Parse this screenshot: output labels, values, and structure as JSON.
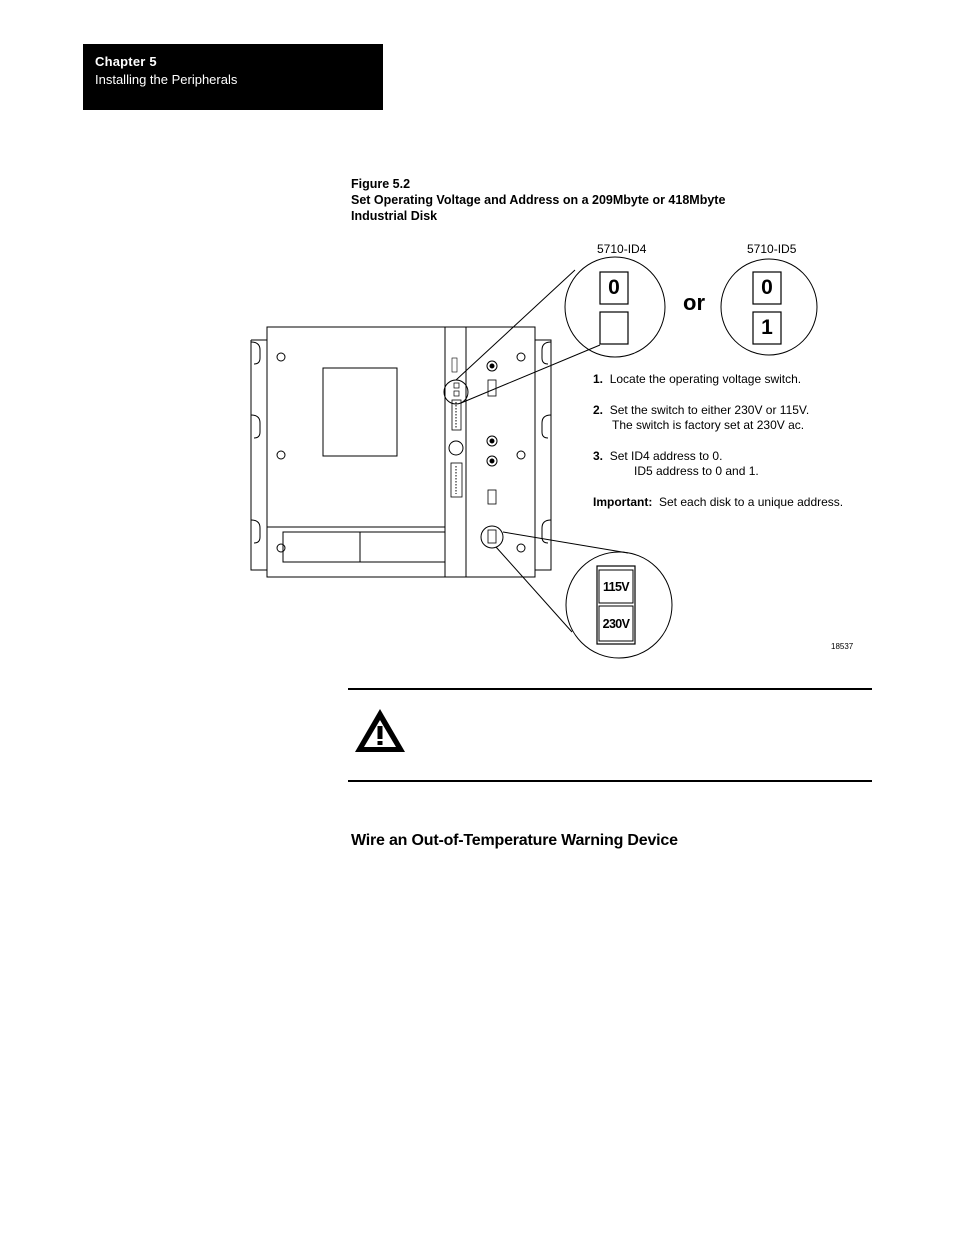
{
  "header": {
    "chapter_label": "Chapter  5",
    "chapter_title": "Installing the Peripherals"
  },
  "figure": {
    "number": "Figure 5.2",
    "title_line1": "Set Operating Voltage and Address on a 209Mbyte or 418Mbyte",
    "title_line2": "Industrial Disk",
    "id4_label": "5710-ID4",
    "id5_label": "5710-ID5",
    "or_text": "or",
    "id4_digits": [
      "0",
      ""
    ],
    "id5_digits": [
      "0",
      "1"
    ],
    "voltage_options": [
      "115V",
      "230V"
    ],
    "figure_id": "18537"
  },
  "instructions": {
    "steps": [
      {
        "num": "1.",
        "line1": "Locate the operating voltage switch.",
        "line2": ""
      },
      {
        "num": "2.",
        "line1": "Set the switch  to either 230V or 115V.",
        "line2": "The switch is factory set at 230V ac."
      },
      {
        "num": "3.",
        "line1": "Set ID4 address to 0.",
        "line2": "ID5 address to 0 and 1."
      }
    ],
    "important_label": "Important:",
    "important_text": "Set each disk to a unique address."
  },
  "warning": {
    "icon": "warning-triangle-icon"
  },
  "section": {
    "heading": "Wire an Out-of-Temperature Warning Device"
  }
}
